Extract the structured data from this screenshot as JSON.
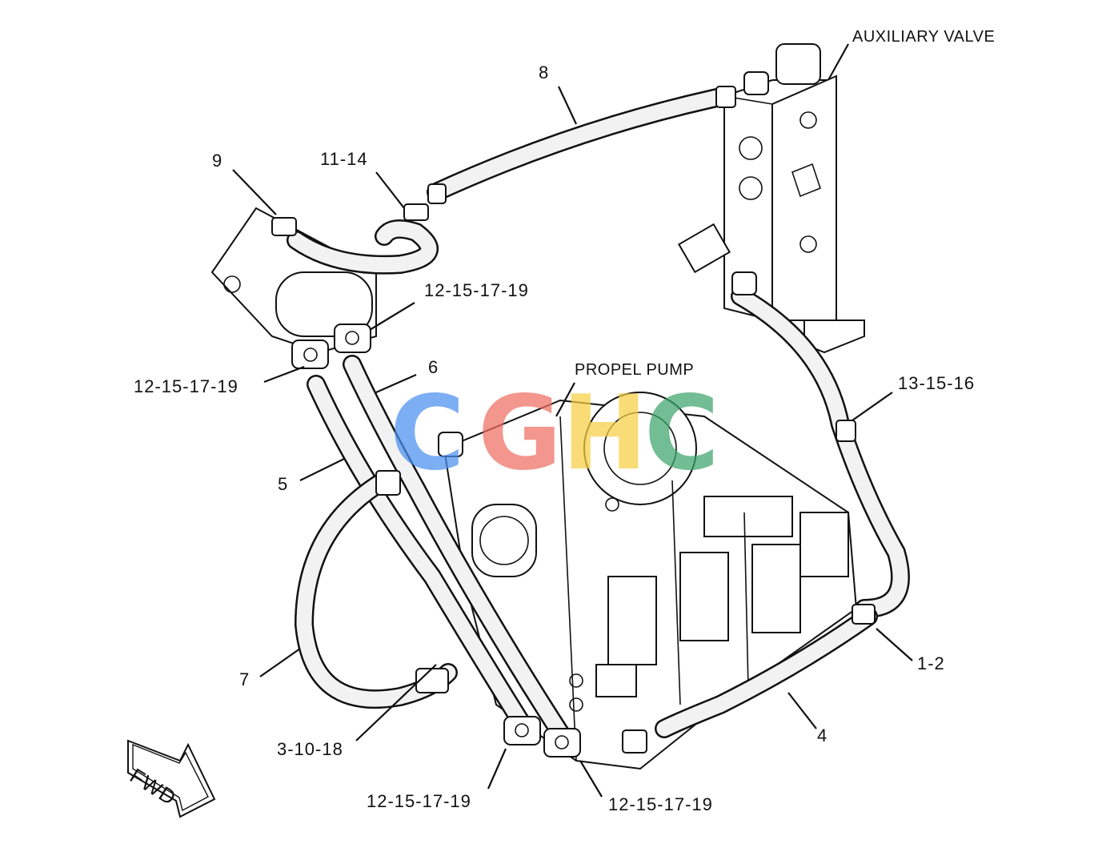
{
  "labels": {
    "auxiliary_valve": "AUXILIARY VALVE",
    "propel_pump": "PROPEL PUMP",
    "fwd": "FWD",
    "callout_8": "8",
    "callout_9": "9",
    "callout_11_14": "11-14",
    "callout_12_top": "12-15-17-19",
    "callout_12_left": "12-15-17-19",
    "callout_6": "6",
    "callout_13_15_16": "13-15-16",
    "callout_5": "5",
    "callout_7": "7",
    "callout_1_2": "1-2",
    "callout_4": "4",
    "callout_3_10_18": "3-10-18",
    "callout_12_bottom_left": "12-15-17-19",
    "callout_12_bottom_right": "12-15-17-19"
  },
  "watermark": {
    "letters": [
      "C",
      "G",
      "H",
      "C"
    ],
    "colors": [
      "#4a8ff0",
      "#ef6f62",
      "#f7cf45",
      "#3da56a"
    ]
  }
}
